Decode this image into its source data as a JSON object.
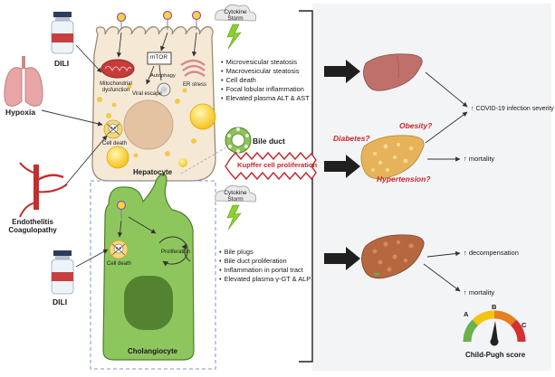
{
  "left": {
    "dili_top": "DILI",
    "hypoxia": "Hypoxia",
    "endothelitis_line1": "Endothelitis",
    "endothelitis_line2": "Coagulopathy",
    "dili_bottom": "DILI"
  },
  "hepatocyte": {
    "mito_line1": "Mitochondrial",
    "mito_line2": "dysfunction",
    "mtor": "mTOR",
    "autophagy": "Autophagy",
    "viral_escape": "Viral escape",
    "er_stress": "ER stress",
    "cell_death": "Cell death",
    "name": "Hepatocyte"
  },
  "cytokine_top": {
    "line1": "Cytokine",
    "line2": "Storm"
  },
  "cytokine_bottom": {
    "line1": "Cytokine",
    "line2": "Storm"
  },
  "bile_duct": "Bile duct",
  "kupffer": "Kupffer cell proliferation",
  "hepatocyte_effects": [
    "Microvesicular steatosis",
    "Macrovesicular steatosis",
    "Cell death",
    "Focal lobular inflammation",
    "Elevated plasma ALT & AST"
  ],
  "cholangiocyte": {
    "cell_death": "Cell death",
    "proliferation": "Proliferation",
    "name": "Cholangiocyte"
  },
  "cholangiocyte_effects": [
    "Bile plugs",
    "Bile duct proliferation",
    "Inflammation in portal tract",
    "Elevated plasma γ-GT & ALP"
  ],
  "comorbidities": {
    "diabetes": "Diabetes?",
    "obesity": "Obesity?",
    "hypertension": "Hypertension?"
  },
  "outcomes": {
    "severity": "↑ COVID-19 infection severity",
    "mortality_mid": "↑ mortality",
    "decompensation": "↑ decompensation",
    "mortality_bottom": "↑ mortality"
  },
  "child_pugh": {
    "a": "A",
    "b": "B",
    "c": "C",
    "label": "Child-Pugh score",
    "colors": [
      "#6ab04c",
      "#f1c40f",
      "#e67e22",
      "#d63031"
    ]
  }
}
